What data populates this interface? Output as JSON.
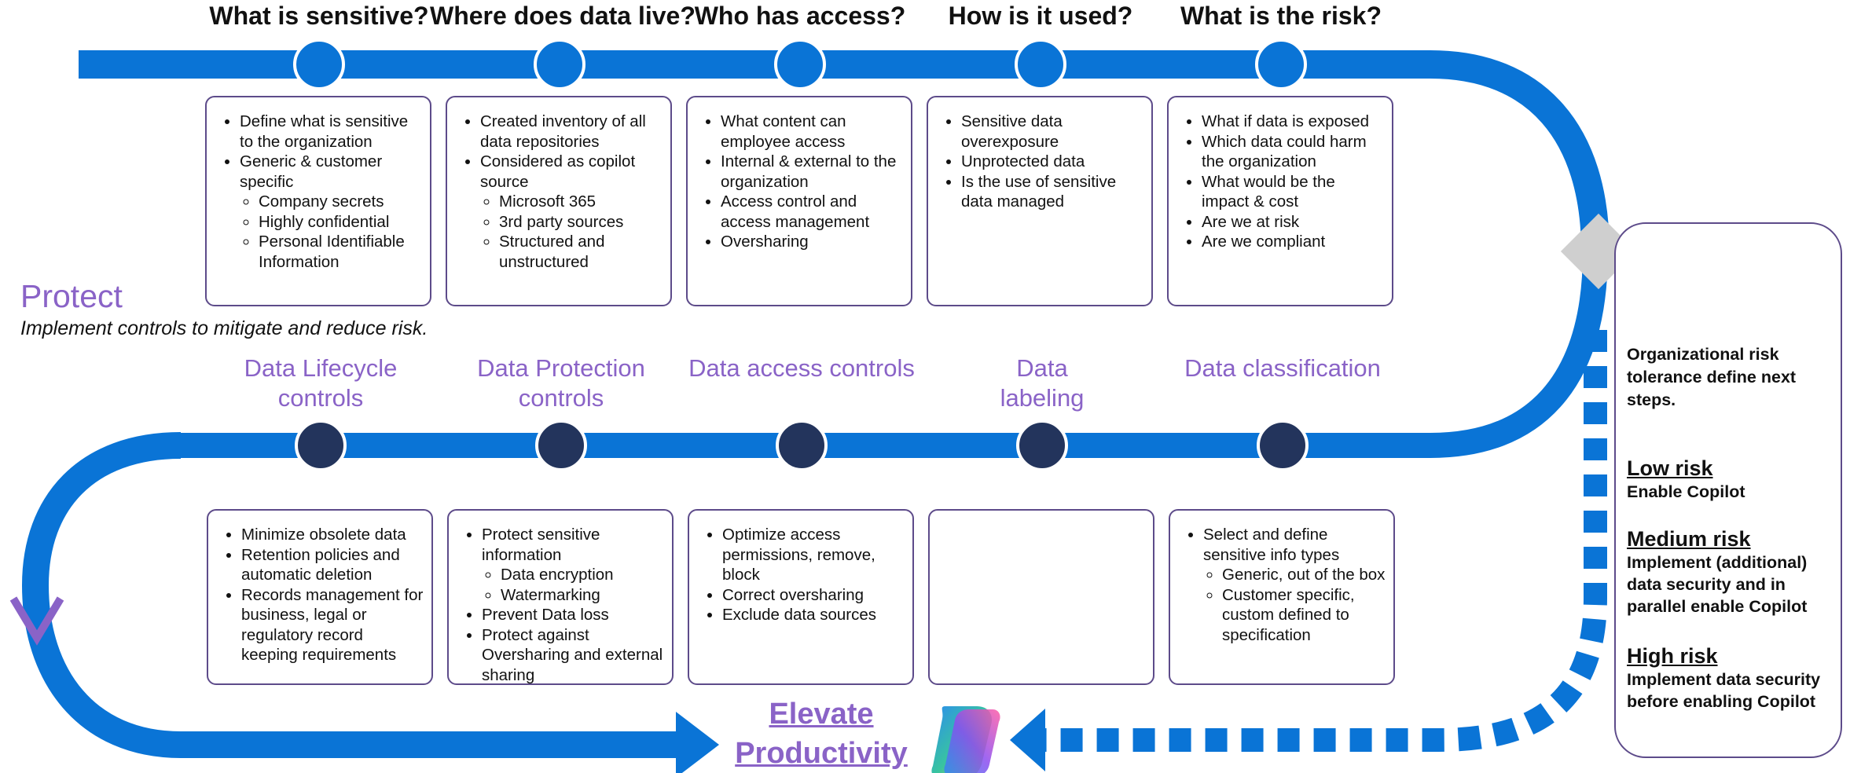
{
  "colors": {
    "flow_blue": "#0a74d6",
    "node_top": "#0a74d6",
    "node_bottom": "#23345c",
    "accent_purple": "#8a63c7",
    "card_border": "#5d4b8a",
    "diamond_gray": "#cfcfcf"
  },
  "assess": {
    "stages": [
      {
        "title": "What is sensitive?",
        "items": [
          {
            "text": "Define what is sensitive to the organization"
          },
          {
            "text": "Generic & customer specific",
            "sub": [
              "Company secrets",
              "Highly confidential",
              "Personal Identifiable Information"
            ]
          }
        ]
      },
      {
        "title": "Where does data live?",
        "items": [
          {
            "text": "Created inventory of all data repositories"
          },
          {
            "text": "Considered as copilot source",
            "sub": [
              "Microsoft 365",
              "3rd party sources",
              "Structured and unstructured"
            ]
          }
        ]
      },
      {
        "title": "Who has access?",
        "items": [
          {
            "text": "What content can employee access"
          },
          {
            "text": "Internal & external to the organization"
          },
          {
            "text": "Access control and access management"
          },
          {
            "text": "Oversharing"
          }
        ]
      },
      {
        "title": "How is it used?",
        "items": [
          {
            "text": "Sensitive data overexposure"
          },
          {
            "text": "Unprotected data"
          },
          {
            "text": "Is the use of sensitive data  managed"
          }
        ]
      },
      {
        "title": "What is the risk?",
        "items": [
          {
            "text": "What if data is exposed"
          },
          {
            "text": "Which data could harm the organization"
          },
          {
            "text": "What would be the impact & cost"
          },
          {
            "text": "Are we at risk"
          },
          {
            "text": "Are we compliant"
          }
        ]
      }
    ]
  },
  "protect": {
    "title": "Protect",
    "subtitle": "Implement controls to mitigate and reduce risk.",
    "controls": [
      {
        "title": "Data Lifecycle controls",
        "items": [
          {
            "text": "Minimize obsolete data"
          },
          {
            "text": "Retention policies and automatic deletion"
          },
          {
            "text": "Records management for business, legal or regulatory record keeping requirements"
          }
        ]
      },
      {
        "title": "Data Protection controls",
        "items": [
          {
            "text": "Protect sensitive information",
            "sub": [
              "Data encryption",
              "Watermarking"
            ]
          },
          {
            "text": "Prevent Data loss"
          },
          {
            "text": "Protect against Oversharing and external sharing"
          }
        ]
      },
      {
        "title": "Data access controls",
        "items": [
          {
            "text": "Optimize access permissions, remove, block"
          },
          {
            "text": "Correct oversharing"
          },
          {
            "text": "Exclude data sources"
          }
        ]
      },
      {
        "title": "Data labeling",
        "items": []
      },
      {
        "title": "Data classification",
        "items": [
          {
            "text": "Select and define sensitive info types",
            "sub": [
              "Generic, out of the box",
              "Customer specific, custom defined to specification"
            ]
          }
        ]
      }
    ]
  },
  "elevate": {
    "label": "Elevate Productivity",
    "icon": "copilot-logo-icon"
  },
  "risk": {
    "icon": "people-group-icon",
    "intro": "Organizational risk tolerance define next steps.",
    "levels": [
      {
        "label": "Low risk",
        "text": "Enable Copilot"
      },
      {
        "label": "Medium risk",
        "text": "Implement (additional) data security and in parallel enable Copilot"
      },
      {
        "label": "High risk",
        "text": "Implement data security before enabling Copilot"
      }
    ]
  }
}
